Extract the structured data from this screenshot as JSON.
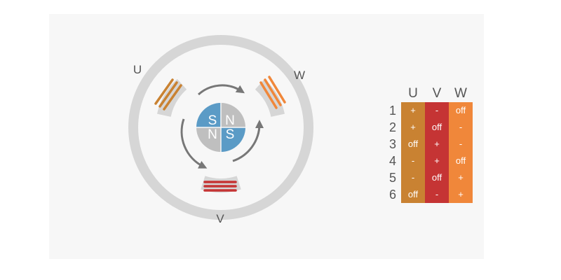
{
  "diagram": {
    "phases": [
      "U",
      "V",
      "W"
    ],
    "rotor": {
      "top_left": "S",
      "top_right": "N",
      "bottom_left": "N",
      "bottom_right": "S"
    },
    "phase_colors": {
      "U": "#c98232",
      "V": "#c53434",
      "W": "#f0873a"
    },
    "ring_color": "#d6d6d6",
    "rotor_blue": "#5b9bc6",
    "rotor_gray": "#bfbfbf",
    "arrow_color": "#777777"
  },
  "table": {
    "headers": [
      "U",
      "V",
      "W"
    ],
    "rows": [
      {
        "step": "1",
        "U": "+",
        "V": "-",
        "W": "off"
      },
      {
        "step": "2",
        "U": "+",
        "V": "off",
        "W": "-"
      },
      {
        "step": "3",
        "U": "off",
        "V": "+",
        "W": "-"
      },
      {
        "step": "4",
        "U": "-",
        "V": "+",
        "W": "off"
      },
      {
        "step": "5",
        "U": "-",
        "V": "off",
        "W": "+"
      },
      {
        "step": "6",
        "U": "off",
        "V": "-",
        "W": "+"
      }
    ]
  }
}
